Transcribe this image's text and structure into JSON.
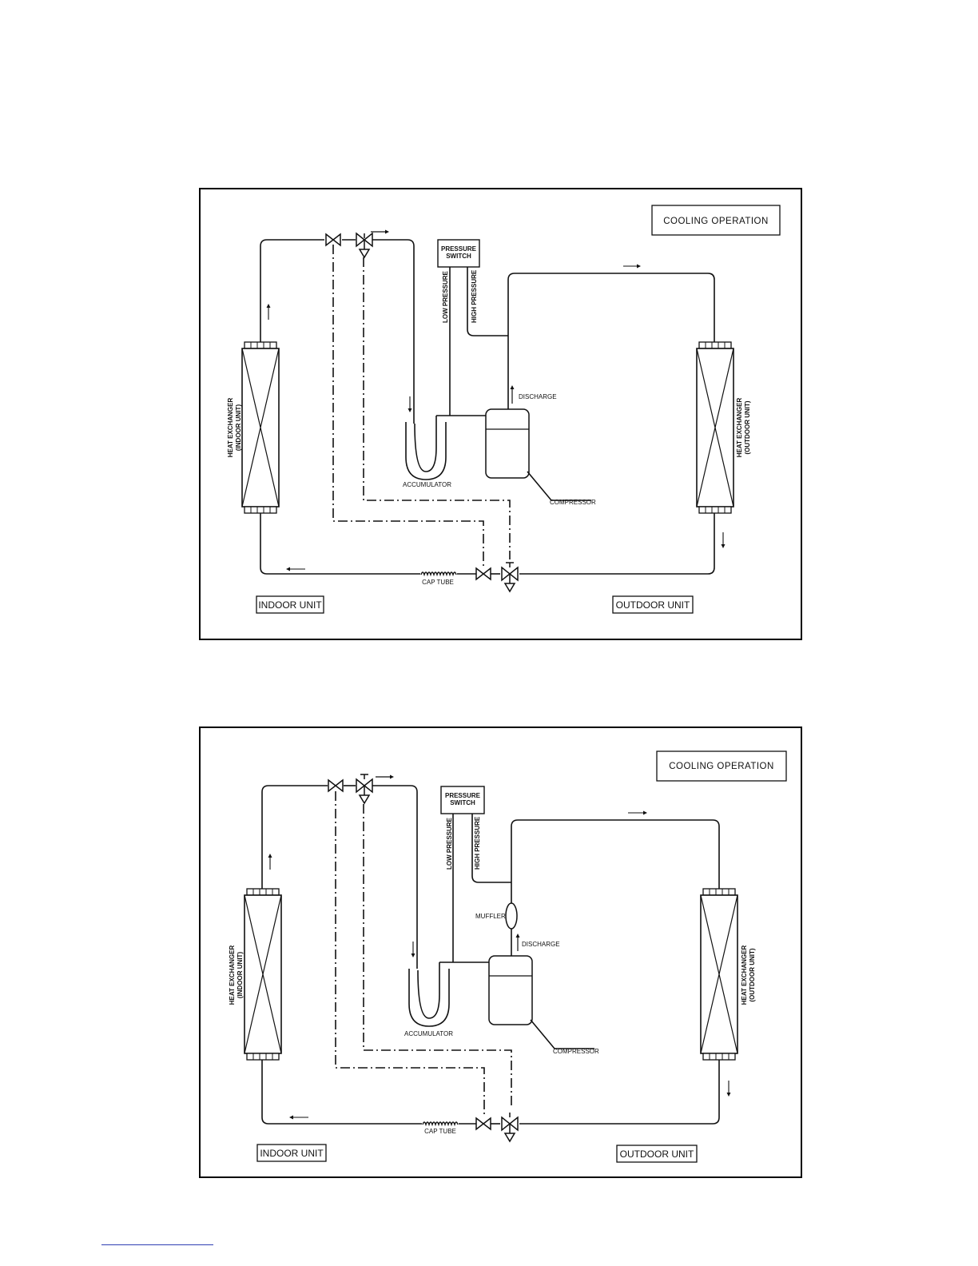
{
  "diagrams": [
    {
      "title": "COOLING OPERATION",
      "pressure_switch": "PRESSURE SWITCH",
      "low_pressure": "LOW PRESSURE",
      "high_pressure": "HIGH PRESSURE",
      "discharge": "DISCHARGE",
      "accumulator": "ACCUMULATOR",
      "compressor": "COMPRESSOR",
      "cap_tube": "CAP TUBE",
      "indoor_hx": [
        "HEAT EXCHANGER",
        "(INDOOR UNIT)"
      ],
      "outdoor_hx": [
        "HEAT EXCHANGER",
        "(OUTDOOR UNIT)"
      ],
      "indoor_unit": "INDOOR UNIT",
      "outdoor_unit": "OUTDOOR UNIT"
    },
    {
      "title": "COOLING OPERATION",
      "pressure_switch": "PRESSURE SWITCH",
      "low_pressure": "LOW PRESSURE",
      "high_pressure": "HIGH PRESSURE",
      "muffler": "MUFFLER",
      "discharge": "DISCHARGE",
      "accumulator": "ACCUMULATOR",
      "compressor": "COMPRESSOR",
      "cap_tube": "CAP TUBE",
      "indoor_hx": [
        "HEAT EXCHANGER",
        "(INDOOR UNIT)"
      ],
      "outdoor_hx": [
        "HEAT EXCHANGER",
        "(OUTDOOR UNIT)"
      ],
      "indoor_unit": "INDOOR UNIT",
      "outdoor_unit": "OUTDOOR UNIT"
    }
  ]
}
